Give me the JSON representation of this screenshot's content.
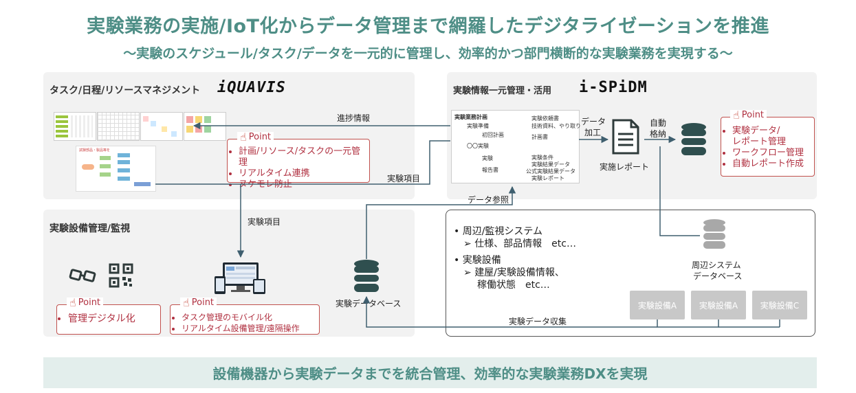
{
  "header": {
    "title": "実験業務の実施/IoT化からデータ管理まで網羅したデジタライゼーションを推進",
    "subtitle": "～実験のスケジュール/タスク/データを一元的に管理し、効率的かつ部門横断的な実験業務を実現する～"
  },
  "panel_task": {
    "title": "タスク/日程/リソースマネジメント",
    "logo": "iQUAVIS",
    "point_label": "Point",
    "points": [
      "計画/リソース/タスクの一元管理",
      "リアルタイム連携",
      "ヌケモレ防止"
    ],
    "mock_label": "試験部品・製品等を"
  },
  "panel_info": {
    "title": "実験情報一元管理・活用",
    "logo": "i-SPiDM",
    "point_label": "Point",
    "points": [
      "実験データ/\nレポート管理",
      "ワークフロー管理",
      "自動レポート作成"
    ],
    "tree": {
      "root": "実験業務計画",
      "prep": "実験準備",
      "initial_plan": "初回計画",
      "circle_exp": "〇〇実験",
      "experiment": "実験",
      "report": "報告書",
      "docs_request": "実験依頼書",
      "docs_tech": "技術資料、やり取り",
      "docs_plan": "計画書",
      "docs_cond": "実験条件",
      "docs_result": "実験結果データ",
      "docs_official": "公式実験結果データ",
      "docs_report": "実験レポート"
    },
    "report_icon_label": "実施レポート"
  },
  "panel_equipment": {
    "title": "実験設備管理/監視",
    "point1_label": "Point",
    "point1_items": [
      "管理デジタル化"
    ],
    "point2_label": "Point",
    "point2_items": [
      "タスク管理のモバイル化",
      "リアルタイム設備管理/遠隔操作"
    ]
  },
  "flows": {
    "progress": "進捗情報",
    "exp_item_right": "実験項目",
    "exp_item_down": "実験項目",
    "data_ref": "データ参照",
    "data_process_1": "データ",
    "data_process_2": "加工",
    "auto_store_1": "自動",
    "auto_store_2": "格納",
    "exp_data_collect": "実験データ収集"
  },
  "exp_db": {
    "label": "実験データベース"
  },
  "peripheral": {
    "items": [
      {
        "head": "周辺/監視システム",
        "sub": "仕様、部品情報　etc…"
      },
      {
        "head": "実験設備",
        "sub": "建屋/実験設備情報、",
        "sub2": "稼働状態　etc…"
      }
    ],
    "db_label_1": "周辺システム",
    "db_label_2": "データベース",
    "equipment": [
      "実験設備A",
      "実験設備A",
      "実験設備C"
    ]
  },
  "footer": {
    "text": "設備機器から実験データまでを統合管理、効率的な実験業務DXを実現"
  },
  "colors": {
    "accent": "#4e8e86",
    "point": "#b03040",
    "db": "#2f4f4f",
    "panel": "#f2f2f2"
  }
}
